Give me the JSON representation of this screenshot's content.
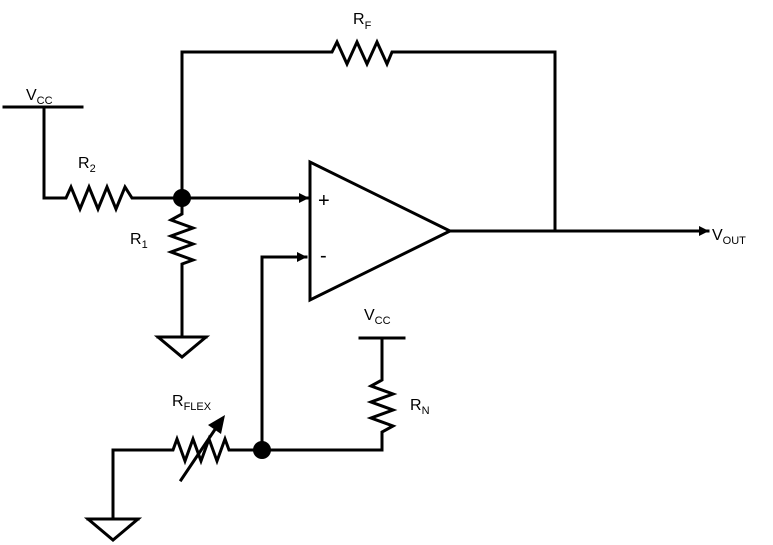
{
  "labels": {
    "rf": {
      "main": "R",
      "sub": "F"
    },
    "r2": {
      "main": "R",
      "sub": "2"
    },
    "r1": {
      "main": "R",
      "sub": "1"
    },
    "rn": {
      "main": "R",
      "sub": "N"
    },
    "rflex": {
      "main": "R",
      "sub": "FLEX"
    },
    "vcc1": {
      "main": "V",
      "sub": "CC"
    },
    "vcc2": {
      "main": "V",
      "sub": "CC"
    },
    "vout": {
      "main": "V",
      "sub": "OUT"
    }
  },
  "opamp": {
    "plus": "+",
    "minus": "-"
  }
}
